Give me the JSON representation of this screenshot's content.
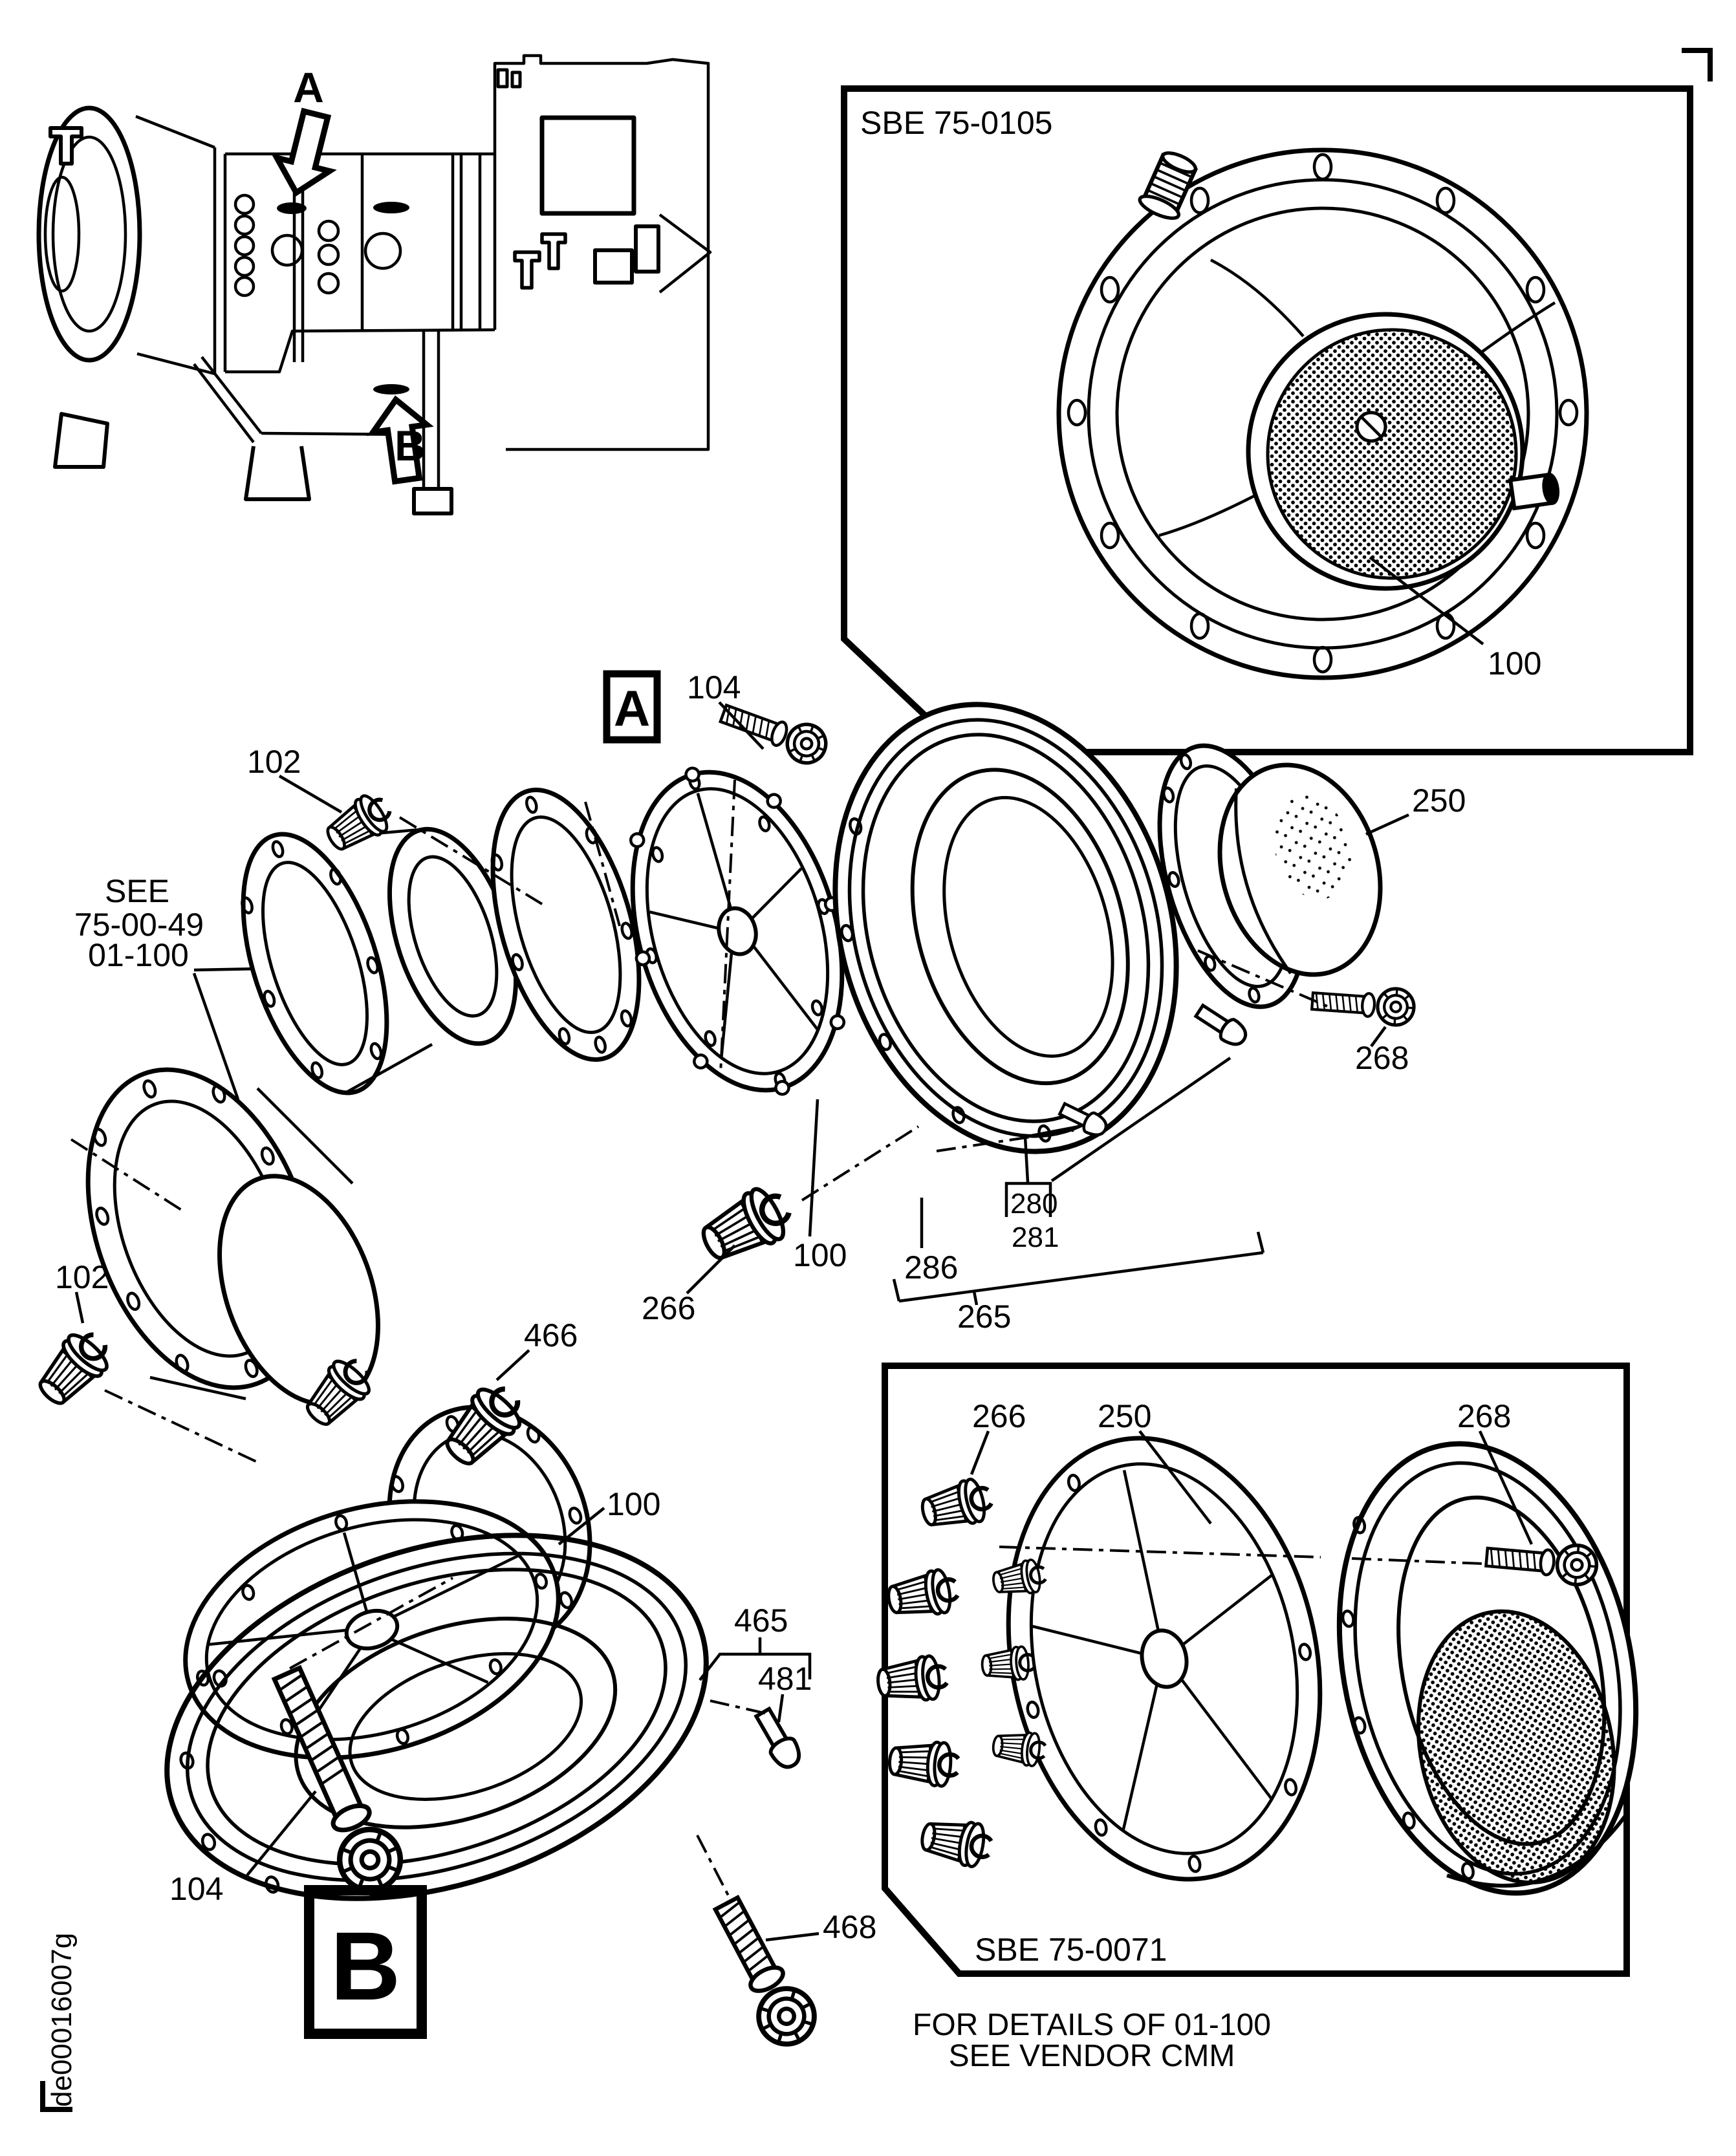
{
  "doc": {
    "figure_code": "de00016007g",
    "footnote_line1": "FOR DETAILS OF 01-100",
    "footnote_line2": "SEE VENDOR CMM"
  },
  "overview": {
    "arrow_a_label": "A",
    "arrow_b_label": "B"
  },
  "inset_top": {
    "title": "SBE 75-0105",
    "callout_100": "100"
  },
  "view_a": {
    "box_letter": "A",
    "see_note_line1": "SEE",
    "see_note_line2": "75-00-49",
    "see_note_line3": "01-100",
    "callout_102": "102",
    "callout_104": "104",
    "callout_100": "100",
    "callout_250": "250",
    "callout_266": "266",
    "callout_268": "268",
    "callout_280": "280",
    "callout_281": "281",
    "callout_286": "286",
    "callout_265": "265"
  },
  "view_b": {
    "box_letter": "B",
    "callout_102": "102",
    "callout_104": "104",
    "callout_100": "100",
    "callout_466": "466",
    "callout_465": "465",
    "callout_481": "481",
    "callout_468": "468"
  },
  "inset_bottom": {
    "title": "SBE 75-0071",
    "callout_266": "266",
    "callout_250": "250",
    "callout_268": "268"
  }
}
